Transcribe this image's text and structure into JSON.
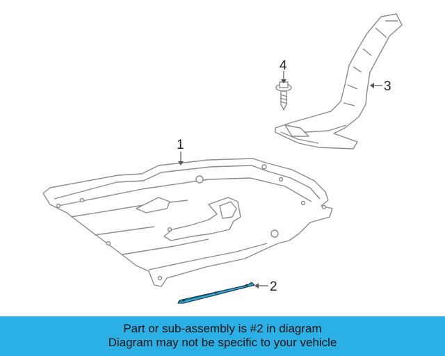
{
  "diagram": {
    "callouts": {
      "one": "1",
      "two": "2",
      "three": "3",
      "four": "4"
    },
    "highlight_color": "#38b0e0",
    "line_color": "#8a8a8a"
  },
  "banner": {
    "line1": "Part or sub-assembly is #2 in diagram",
    "line2": "Diagram may not be specific to your vehicle",
    "background": "#2ab0e4"
  }
}
